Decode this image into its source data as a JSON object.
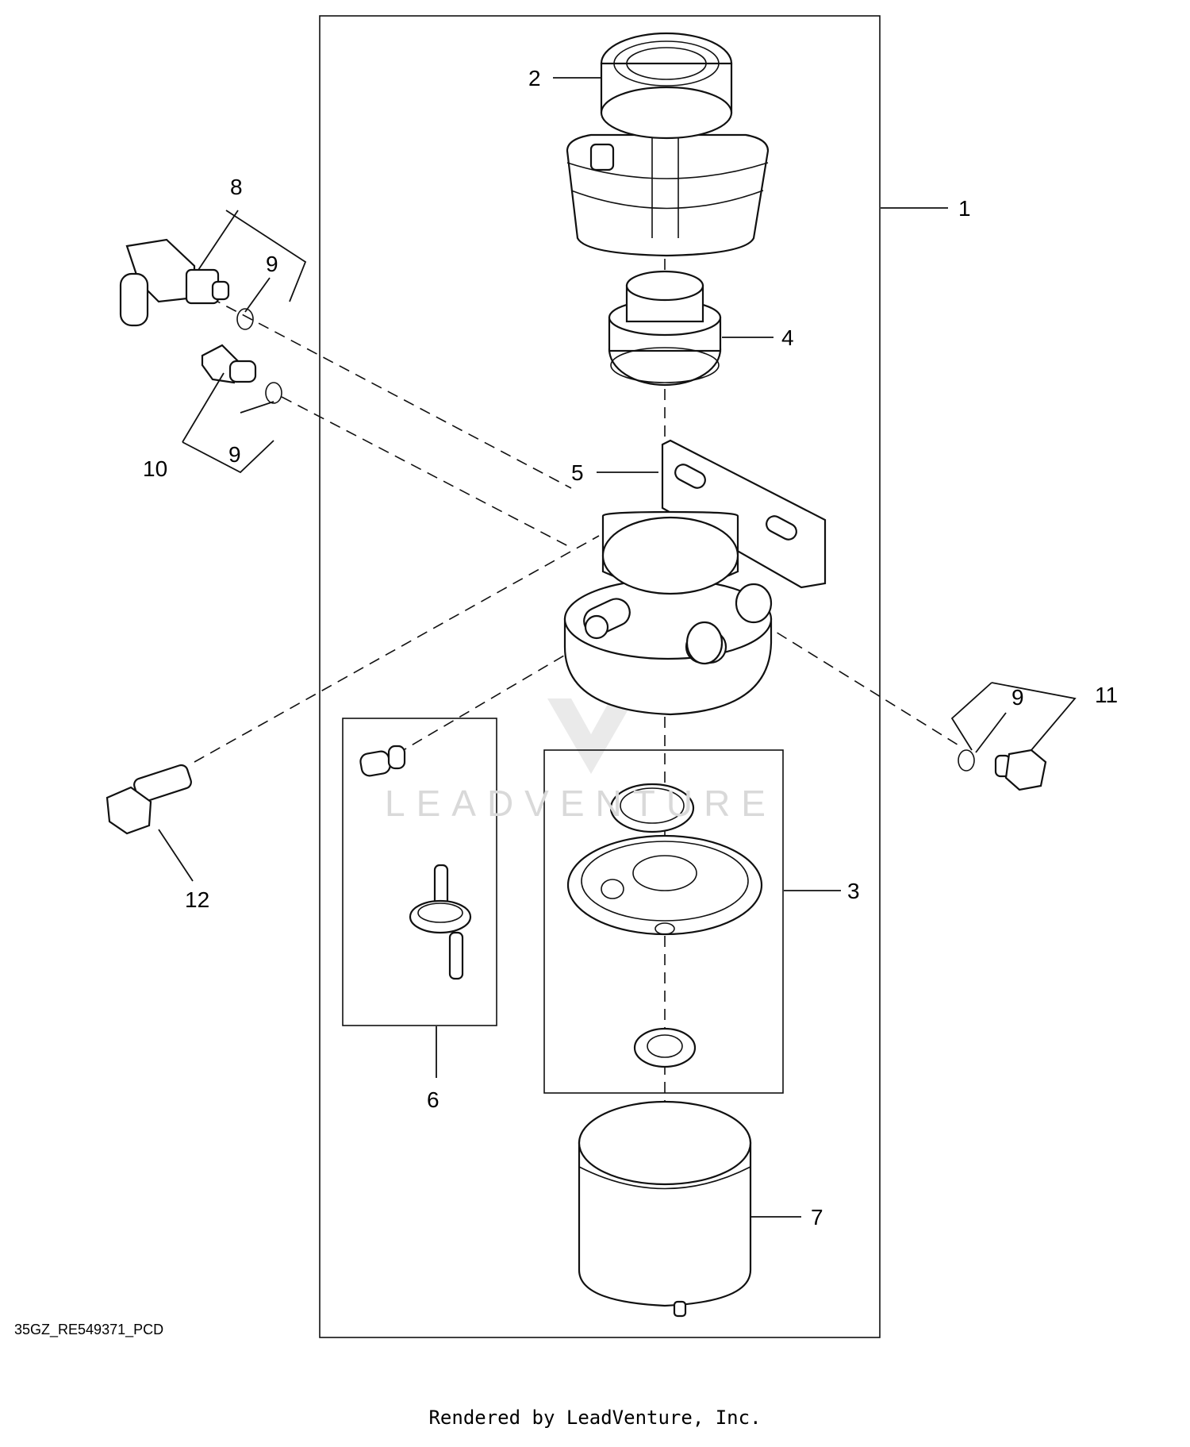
{
  "diagram": {
    "drawing_id": "35GZ_RE549371_PCD",
    "footer": "Rendered by LeadVenture, Inc.",
    "watermark": "LEADVENTURE",
    "callouts": {
      "c1": "1",
      "c2": "2",
      "c3": "3",
      "c4": "4",
      "c5": "5",
      "c6": "6",
      "c7": "7",
      "c8": "8",
      "c9a": "9",
      "c9b": "9",
      "c9c": "9",
      "c10": "10",
      "c11": "11",
      "c12": "12"
    }
  }
}
